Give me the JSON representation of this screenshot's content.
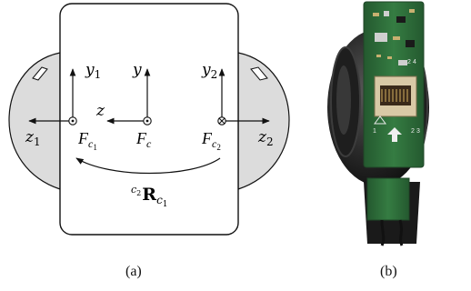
{
  "panel_a": {
    "caption": "(a)",
    "frames": [
      {
        "id": "c1",
        "frame_symbol": "F",
        "frame_sub": "c",
        "frame_subsub": "1",
        "y_label": "y",
        "y_sub": "1",
        "z_label": "z",
        "z_sub": "1",
        "axis_marker": "dot"
      },
      {
        "id": "c",
        "frame_symbol": "F",
        "frame_sub": "c",
        "frame_subsub": "",
        "y_label": "y",
        "y_sub": "",
        "z_label": "z",
        "z_sub": "",
        "axis_marker": "dot"
      },
      {
        "id": "c2",
        "frame_symbol": "F",
        "frame_sub": "c",
        "frame_subsub": "2",
        "y_label": "y",
        "y_sub": "2",
        "z_label": "z",
        "z_sub": "2",
        "axis_marker": "cross"
      }
    ],
    "rotation": {
      "pre_sup": "c",
      "pre_sup_sub": "2",
      "symbol": "R",
      "sub": "c",
      "subsub": "1",
      "from_frame": "c2",
      "to_frame": "c1"
    }
  },
  "panel_b": {
    "caption": "(b)",
    "board_marks": [
      "2",
      "4",
      "1",
      "2",
      "3"
    ]
  },
  "colors": {
    "line": "#111111",
    "lens": "#dddddd",
    "pcb": "#2f6f3a",
    "housing": "#262626"
  }
}
